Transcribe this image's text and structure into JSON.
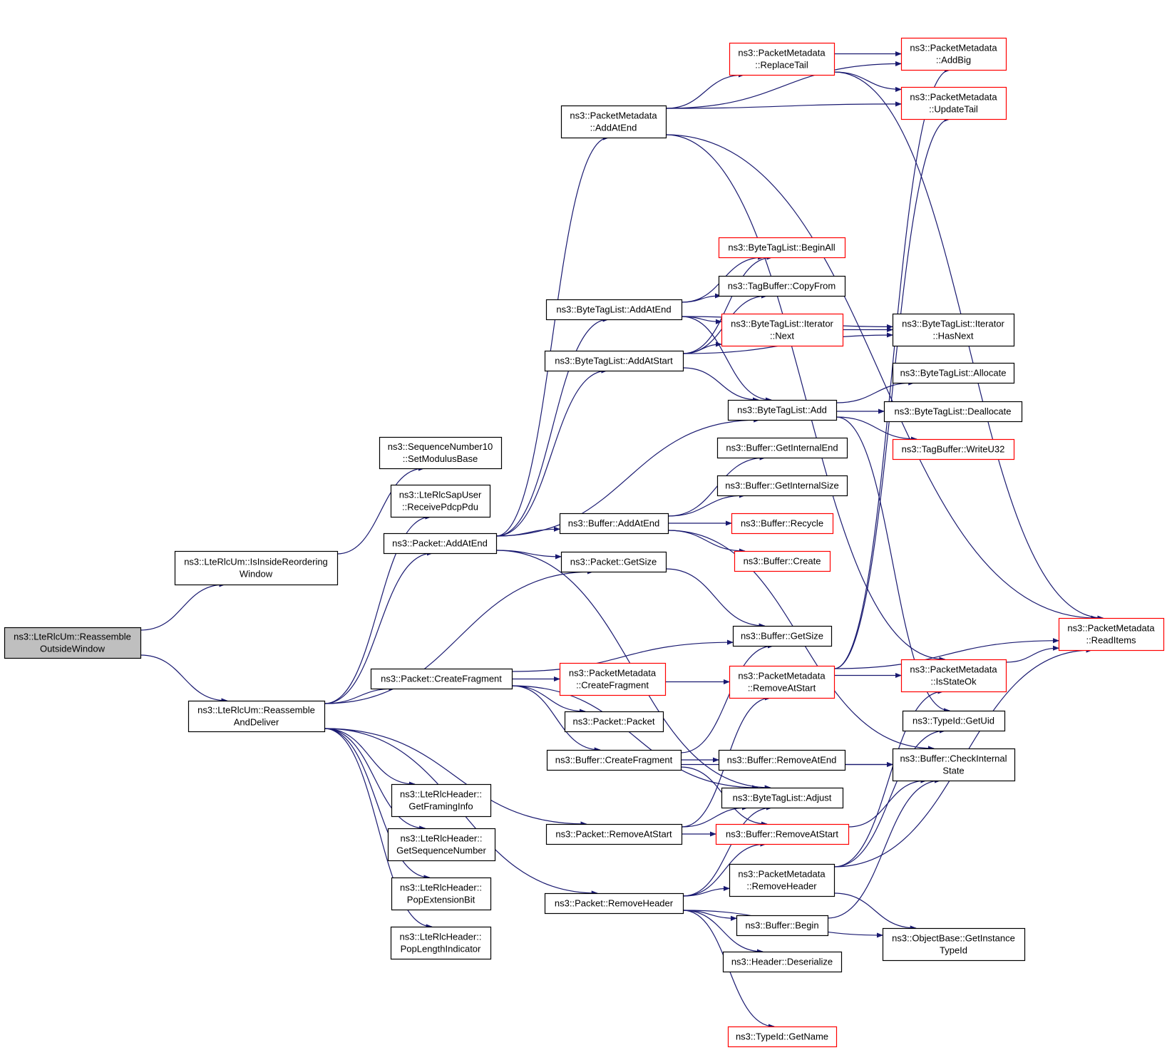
{
  "colors": {
    "edge": "#191970",
    "border_normal": "#000000",
    "border_truncated": "#ff0000",
    "root_fill": "#bfbfbf",
    "node_fill": "#ffffff"
  },
  "nodes": [
    {
      "id": "root",
      "lines": [
        "ns3::LteRlcUm::Reassemble",
        "OutsideWindow"
      ],
      "style": "root"
    },
    {
      "id": "isInside",
      "lines": [
        "ns3::LteRlcUm::IsInsideReordering",
        "Window"
      ],
      "style": "normal"
    },
    {
      "id": "reassembleDeliver",
      "lines": [
        "ns3::LteRlcUm::Reassemble",
        "AndDeliver"
      ],
      "style": "normal"
    },
    {
      "id": "setModulusBase",
      "lines": [
        "ns3::SequenceNumber10",
        "::SetModulusBase"
      ],
      "style": "normal"
    },
    {
      "id": "receivePdcp",
      "lines": [
        "ns3::LteRlcSapUser",
        "::ReceivePdcpPdu"
      ],
      "style": "normal"
    },
    {
      "id": "packetAddAtEnd",
      "lines": [
        "ns3::Packet::AddAtEnd"
      ],
      "style": "normal"
    },
    {
      "id": "createFragment",
      "lines": [
        "ns3::Packet::CreateFragment"
      ],
      "style": "normal"
    },
    {
      "id": "getFramingInfo",
      "lines": [
        "ns3::LteRlcHeader::",
        "GetFramingInfo"
      ],
      "style": "normal"
    },
    {
      "id": "getSeqNum",
      "lines": [
        "ns3::LteRlcHeader::",
        "GetSequenceNumber"
      ],
      "style": "normal"
    },
    {
      "id": "popExtBit",
      "lines": [
        "ns3::LteRlcHeader::",
        "PopExtensionBit"
      ],
      "style": "normal"
    },
    {
      "id": "popLenInd",
      "lines": [
        "ns3::LteRlcHeader::",
        "PopLengthIndicator"
      ],
      "style": "normal"
    },
    {
      "id": "pmAddAtEnd",
      "lines": [
        "ns3::PacketMetadata",
        "::AddAtEnd"
      ],
      "style": "normal"
    },
    {
      "id": "btlAddAtEnd",
      "lines": [
        "ns3::ByteTagList::AddAtEnd"
      ],
      "style": "normal"
    },
    {
      "id": "btlAddAtStart",
      "lines": [
        "ns3::ByteTagList::AddAtStart"
      ],
      "style": "normal"
    },
    {
      "id": "bufAddAtEnd",
      "lines": [
        "ns3::Buffer::AddAtEnd"
      ],
      "style": "normal"
    },
    {
      "id": "packetGetSize",
      "lines": [
        "ns3::Packet::GetSize"
      ],
      "style": "normal"
    },
    {
      "id": "pmCreateFragment",
      "lines": [
        "ns3::PacketMetadata",
        "::CreateFragment"
      ],
      "style": "truncated"
    },
    {
      "id": "packetPacket",
      "lines": [
        "ns3::Packet::Packet"
      ],
      "style": "normal"
    },
    {
      "id": "bufCreateFragment",
      "lines": [
        "ns3::Buffer::CreateFragment"
      ],
      "style": "normal"
    },
    {
      "id": "packetRemoveAtStart",
      "lines": [
        "ns3::Packet::RemoveAtStart"
      ],
      "style": "normal"
    },
    {
      "id": "packetRemoveHeader",
      "lines": [
        "ns3::Packet::RemoveHeader"
      ],
      "style": "normal"
    },
    {
      "id": "pmReplaceTail",
      "lines": [
        "ns3::PacketMetadata",
        "::ReplaceTail"
      ],
      "style": "truncated"
    },
    {
      "id": "btlBeginAll",
      "lines": [
        "ns3::ByteTagList::BeginAll"
      ],
      "style": "truncated"
    },
    {
      "id": "tbCopyFrom",
      "lines": [
        "ns3::TagBuffer::CopyFrom"
      ],
      "style": "normal"
    },
    {
      "id": "btlIterNext",
      "lines": [
        "ns3::ByteTagList::Iterator",
        "::Next"
      ],
      "style": "truncated"
    },
    {
      "id": "btlAdd",
      "lines": [
        "ns3::ByteTagList::Add"
      ],
      "style": "normal"
    },
    {
      "id": "bufGetInternalEnd",
      "lines": [
        "ns3::Buffer::GetInternalEnd"
      ],
      "style": "normal"
    },
    {
      "id": "bufGetInternalSize",
      "lines": [
        "ns3::Buffer::GetInternalSize"
      ],
      "style": "normal"
    },
    {
      "id": "bufRecycle",
      "lines": [
        "ns3::Buffer::Recycle"
      ],
      "style": "truncated"
    },
    {
      "id": "bufCreate",
      "lines": [
        "ns3::Buffer::Create"
      ],
      "style": "truncated"
    },
    {
      "id": "bufGetSize",
      "lines": [
        "ns3::Buffer::GetSize"
      ],
      "style": "normal"
    },
    {
      "id": "pmRemoveAtStart",
      "lines": [
        "ns3::PacketMetadata",
        "::RemoveAtStart"
      ],
      "style": "truncated"
    },
    {
      "id": "bufRemoveAtEnd",
      "lines": [
        "ns3::Buffer::RemoveAtEnd"
      ],
      "style": "normal"
    },
    {
      "id": "btlAdjust",
      "lines": [
        "ns3::ByteTagList::Adjust"
      ],
      "style": "normal"
    },
    {
      "id": "bufRemoveAtStart",
      "lines": [
        "ns3::Buffer::RemoveAtStart"
      ],
      "style": "truncated"
    },
    {
      "id": "pmRemoveHeader",
      "lines": [
        "ns3::PacketMetadata",
        "::RemoveHeader"
      ],
      "style": "normal"
    },
    {
      "id": "bufBegin",
      "lines": [
        "ns3::Buffer::Begin"
      ],
      "style": "normal"
    },
    {
      "id": "headerDeserialize",
      "lines": [
        "ns3::Header::Deserialize"
      ],
      "style": "normal"
    },
    {
      "id": "typeIdGetName",
      "lines": [
        "ns3::TypeId::GetName"
      ],
      "style": "truncated"
    },
    {
      "id": "pmAddBig",
      "lines": [
        "ns3::PacketMetadata",
        "::AddBig"
      ],
      "style": "truncated"
    },
    {
      "id": "pmUpdateTail",
      "lines": [
        "ns3::PacketMetadata",
        "::UpdateTail"
      ],
      "style": "truncated"
    },
    {
      "id": "btlIterHasNext",
      "lines": [
        "ns3::ByteTagList::Iterator",
        "::HasNext"
      ],
      "style": "normal"
    },
    {
      "id": "btlAllocate",
      "lines": [
        "ns3::ByteTagList::Allocate"
      ],
      "style": "normal"
    },
    {
      "id": "btlDeallocate",
      "lines": [
        "ns3::ByteTagList::Deallocate"
      ],
      "style": "normal"
    },
    {
      "id": "tbWriteU32",
      "lines": [
        "ns3::TagBuffer::WriteU32"
      ],
      "style": "truncated"
    },
    {
      "id": "pmIsStateOk",
      "lines": [
        "ns3::PacketMetadata",
        "::IsStateOk"
      ],
      "style": "truncated"
    },
    {
      "id": "typeIdGetUid",
      "lines": [
        "ns3::TypeId::GetUid"
      ],
      "style": "normal"
    },
    {
      "id": "bufCheckInternalState",
      "lines": [
        "ns3::Buffer::CheckInternal",
        "State"
      ],
      "style": "normal"
    },
    {
      "id": "obGetInstanceTypeId",
      "lines": [
        "ns3::ObjectBase::GetInstance",
        "TypeId"
      ],
      "style": "normal"
    },
    {
      "id": "pmReadItems",
      "lines": [
        "ns3::PacketMetadata",
        "::ReadItems"
      ],
      "style": "truncated"
    }
  ],
  "edges": [
    [
      "root",
      "isInside"
    ],
    [
      "root",
      "reassembleDeliver"
    ],
    [
      "isInside",
      "setModulusBase"
    ],
    [
      "reassembleDeliver",
      "receivePdcp"
    ],
    [
      "reassembleDeliver",
      "packetAddAtEnd"
    ],
    [
      "reassembleDeliver",
      "packetGetSize"
    ],
    [
      "reassembleDeliver",
      "createFragment"
    ],
    [
      "reassembleDeliver",
      "packetRemoveAtStart"
    ],
    [
      "reassembleDeliver",
      "packetRemoveHeader"
    ],
    [
      "reassembleDeliver",
      "getFramingInfo"
    ],
    [
      "reassembleDeliver",
      "getSeqNum"
    ],
    [
      "reassembleDeliver",
      "popExtBit"
    ],
    [
      "reassembleDeliver",
      "popLenInd"
    ],
    [
      "packetAddAtEnd",
      "pmAddAtEnd"
    ],
    [
      "packetAddAtEnd",
      "btlAddAtEnd"
    ],
    [
      "packetAddAtEnd",
      "btlAddAtStart"
    ],
    [
      "packetAddAtEnd",
      "btlAdd"
    ],
    [
      "packetAddAtEnd",
      "bufAddAtEnd"
    ],
    [
      "packetAddAtEnd",
      "packetGetSize"
    ],
    [
      "packetAddAtEnd",
      "btlAdjust"
    ],
    [
      "createFragment",
      "pmCreateFragment"
    ],
    [
      "createFragment",
      "packetPacket"
    ],
    [
      "createFragment",
      "bufCreateFragment"
    ],
    [
      "createFragment",
      "bufGetSize"
    ],
    [
      "createFragment",
      "btlAdjust"
    ],
    [
      "packetGetSize",
      "bufGetSize"
    ],
    [
      "pmAddAtEnd",
      "pmReplaceTail"
    ],
    [
      "pmAddAtEnd",
      "pmAddBig"
    ],
    [
      "pmAddAtEnd",
      "pmUpdateTail"
    ],
    [
      "pmAddAtEnd",
      "pmReadItems"
    ],
    [
      "pmAddAtEnd",
      "pmIsStateOk"
    ],
    [
      "pmReplaceTail",
      "pmAddBig"
    ],
    [
      "pmReplaceTail",
      "pmUpdateTail"
    ],
    [
      "pmReplaceTail",
      "pmReadItems"
    ],
    [
      "btlAddAtEnd",
      "btlBeginAll"
    ],
    [
      "btlAddAtEnd",
      "tbCopyFrom"
    ],
    [
      "btlAddAtEnd",
      "btlIterNext"
    ],
    [
      "btlAddAtEnd",
      "btlIterHasNext"
    ],
    [
      "btlAddAtEnd",
      "btlAdd"
    ],
    [
      "btlAddAtStart",
      "btlBeginAll"
    ],
    [
      "btlAddAtStart",
      "tbCopyFrom"
    ],
    [
      "btlAddAtStart",
      "btlIterNext"
    ],
    [
      "btlAddAtStart",
      "btlIterHasNext"
    ],
    [
      "btlAddAtStart",
      "btlAdd"
    ],
    [
      "btlIterNext",
      "btlIterHasNext"
    ],
    [
      "btlAdd",
      "btlAllocate"
    ],
    [
      "btlAdd",
      "btlDeallocate"
    ],
    [
      "btlAdd",
      "tbWriteU32"
    ],
    [
      "btlAdd",
      "typeIdGetUid"
    ],
    [
      "bufAddAtEnd",
      "bufGetInternalEnd"
    ],
    [
      "bufAddAtEnd",
      "bufGetInternalSize"
    ],
    [
      "bufAddAtEnd",
      "bufRecycle"
    ],
    [
      "bufAddAtEnd",
      "bufCreate"
    ],
    [
      "bufAddAtEnd",
      "bufCheckInternalState"
    ],
    [
      "pmCreateFragment",
      "pmRemoveAtStart"
    ],
    [
      "bufCreateFragment",
      "bufRemoveAtEnd"
    ],
    [
      "bufCreateFragment",
      "bufRemoveAtStart"
    ],
    [
      "bufCreateFragment",
      "bufGetSize"
    ],
    [
      "bufCreateFragment",
      "bufCheckInternalState"
    ],
    [
      "packetRemoveAtStart",
      "pmRemoveAtStart"
    ],
    [
      "packetRemoveAtStart",
      "bufRemoveAtStart"
    ],
    [
      "packetRemoveAtStart",
      "btlAdjust"
    ],
    [
      "packetRemoveHeader",
      "pmRemoveHeader"
    ],
    [
      "packetRemoveHeader",
      "bufBegin"
    ],
    [
      "packetRemoveHeader",
      "headerDeserialize"
    ],
    [
      "packetRemoveHeader",
      "typeIdGetName"
    ],
    [
      "packetRemoveHeader",
      "obGetInstanceTypeId"
    ],
    [
      "packetRemoveHeader",
      "bufRemoveAtStart"
    ],
    [
      "packetRemoveHeader",
      "btlAdjust"
    ],
    [
      "pmRemoveAtStart",
      "pmIsStateOk"
    ],
    [
      "pmRemoveAtStart",
      "pmReadItems"
    ],
    [
      "pmRemoveAtStart",
      "pmAddBig"
    ],
    [
      "pmRemoveAtStart",
      "pmUpdateTail"
    ],
    [
      "bufRemoveAtEnd",
      "bufCheckInternalState"
    ],
    [
      "bufRemoveAtStart",
      "bufCheckInternalState"
    ],
    [
      "pmRemoveHeader",
      "pmIsStateOk"
    ],
    [
      "pmRemoveHeader",
      "pmReadItems"
    ],
    [
      "pmRemoveHeader",
      "obGetInstanceTypeId"
    ],
    [
      "pmRemoveHeader",
      "typeIdGetUid"
    ],
    [
      "bufBegin",
      "bufCheckInternalState"
    ],
    [
      "pmIsStateOk",
      "pmReadItems"
    ]
  ]
}
